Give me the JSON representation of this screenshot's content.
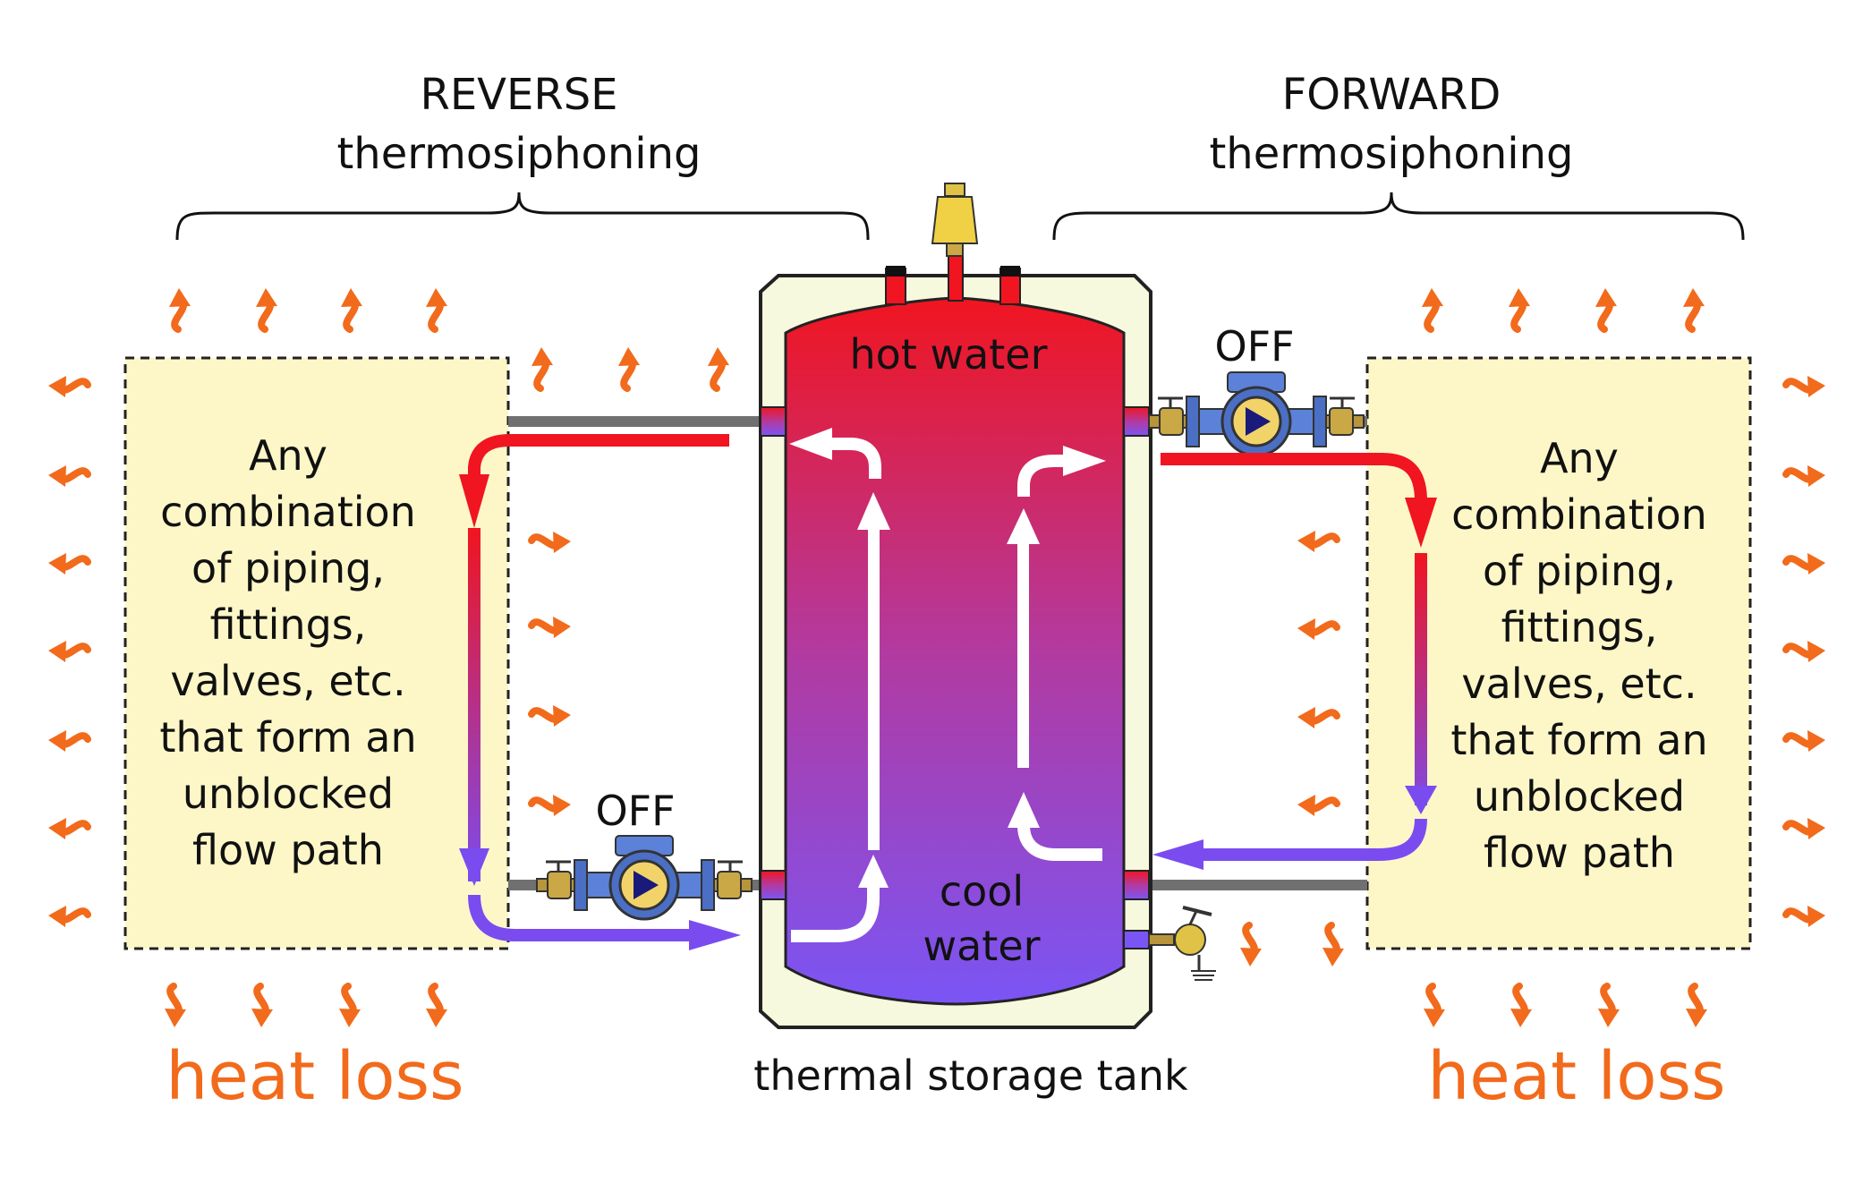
{
  "reverse": {
    "line1": "REVERSE",
    "line2": "thermosiphoning"
  },
  "forward": {
    "line1": "FORWARD",
    "line2": "thermosiphoning"
  },
  "left_box": [
    "Any",
    "combination",
    "of piping,",
    "fittings,",
    "valves, etc.",
    "that form an",
    "unblocked",
    "flow path"
  ],
  "right_box": [
    "Any",
    "combination",
    "of piping,",
    "fittings,",
    "valves, etc.",
    "that form an",
    "unblocked",
    "flow path"
  ],
  "tank": {
    "hot": "hot water",
    "cool1": "cool",
    "cool2": "water",
    "caption": "thermal storage tank"
  },
  "pump_left": {
    "state": "OFF"
  },
  "pump_right": {
    "state": "OFF"
  },
  "heat_loss_left": "heat loss",
  "heat_loss_right": "heat loss",
  "colors": {
    "hot": "#f01520",
    "cool": "#7a4cf0",
    "heat": "#f26a1b",
    "box": "#fdf7c8",
    "pipe": "#707070"
  },
  "icons": [
    "air-vent-icon",
    "pump-icon",
    "drain-valve-icon",
    "heat-wave-arrow-icon"
  ]
}
